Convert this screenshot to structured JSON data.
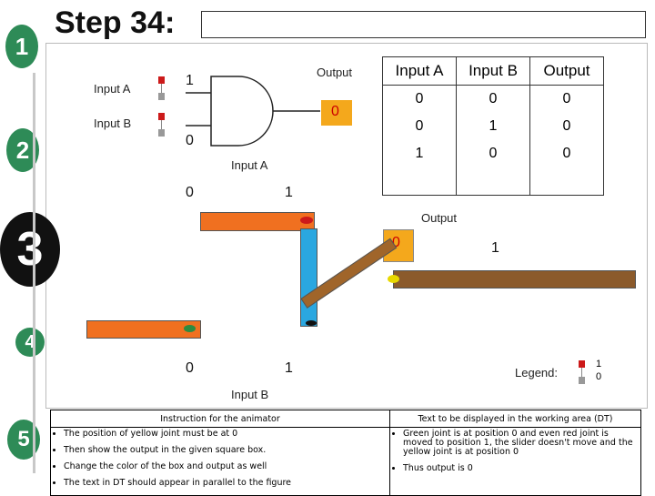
{
  "step_title": "Step 34:",
  "step_numbers": [
    "1",
    "2",
    "3",
    "4",
    "5"
  ],
  "gate_section": {
    "input_a_label": "Input A",
    "input_b_label": "Input B",
    "output_label": "Output",
    "input_a_value": "1",
    "input_b_value": "0",
    "output_value": "0"
  },
  "truth_table": {
    "headers": [
      "Input A",
      "Input B",
      "Output"
    ],
    "rows": [
      [
        "0",
        "0",
        "0"
      ],
      [
        "0",
        "1",
        "0"
      ],
      [
        "1",
        "0",
        "0"
      ]
    ]
  },
  "animation": {
    "input_a_label": "Input A",
    "input_a_scale": [
      "0",
      "1"
    ],
    "input_b_label": "Input B",
    "input_b_scale": [
      "0",
      "1"
    ],
    "output_label": "Output",
    "output_box_value": "0",
    "output_scale_value": "1",
    "legend_label": "Legend:",
    "legend_values": [
      "1",
      "0"
    ]
  },
  "instruction_table": {
    "header_left": "Instruction for the animator",
    "header_right": "Text to be displayed in the working area (DT)",
    "left_items": [
      "The position of yellow joint must be at 0",
      "Then show the output in the given square box.",
      "Change the color of the box and output as well",
      "The text in DT should appear in parallel to the figure"
    ],
    "right_items": [
      "Green joint is at position 0 and even red joint is moved to position 1, the slider doesn't move and the yellow joint is at position 0",
      "Thus output is 0"
    ]
  },
  "colors": {
    "step_circle": "#2e8b57",
    "orange_slider": "#f07020",
    "blue_slider": "#2aa7e0",
    "brown_slider": "#8b5a2b",
    "output_box": "#f4a81c",
    "red_value": "#cc0000",
    "red_joint": "#cc1a1a",
    "green_joint": "#2e8b40",
    "yellow_joint": "#e8d800"
  }
}
